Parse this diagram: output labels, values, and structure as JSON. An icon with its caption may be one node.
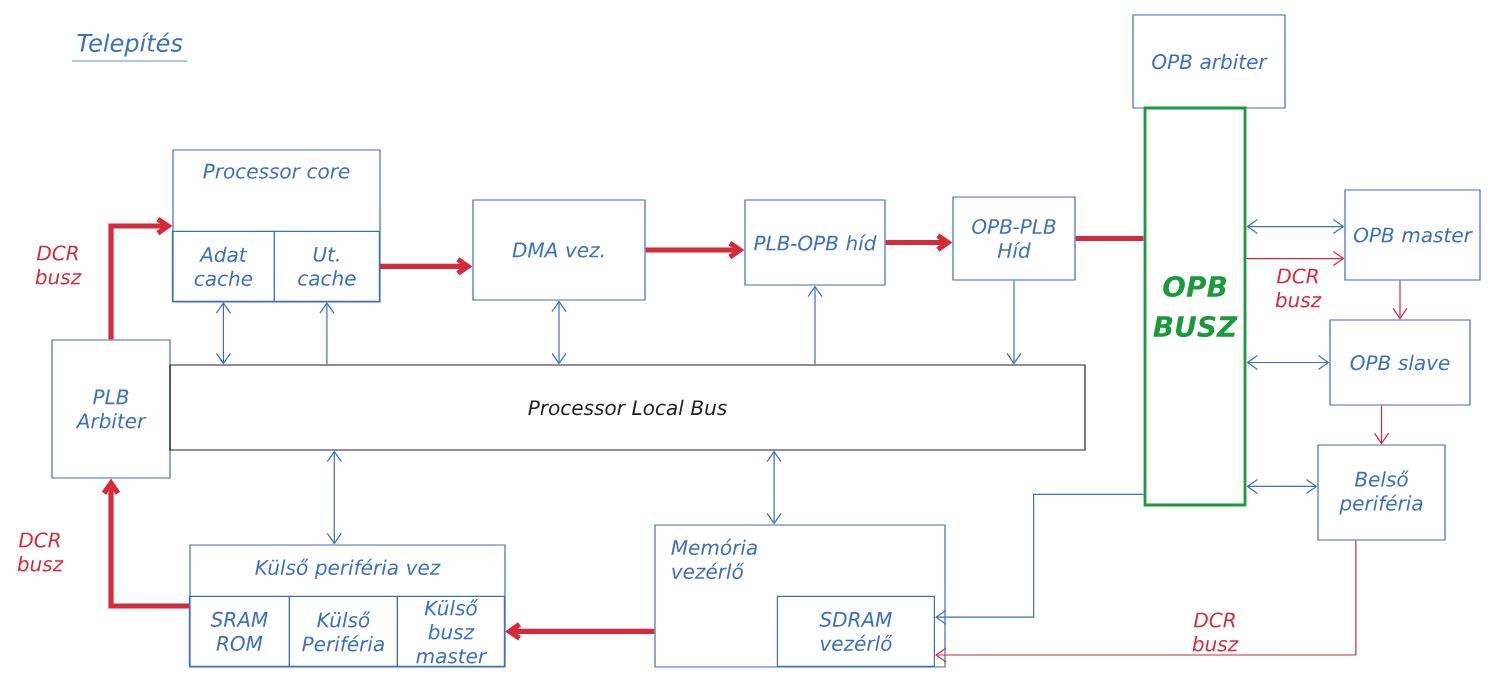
{
  "diagram": {
    "title": "Telepítés",
    "nodes": [
      {
        "text": [
          "Processor core"
        ]
      },
      {
        "text": [
          "Adat cache"
        ],
        "in": 0
      },
      {
        "text": [
          "Ut. cache"
        ],
        "in": 0
      },
      {
        "text": [
          "DMA vez."
        ]
      },
      {
        "text": [
          "PLB-OPB híd"
        ]
      },
      {
        "text": [
          "OPB-PLB Híd"
        ]
      },
      {
        "text": [
          "OPB arbiter"
        ]
      },
      {
        "text": [
          "OPB BUSZ"
        ]
      },
      {
        "text": [
          "OPB master"
        ]
      },
      {
        "text": [
          "OPB slave"
        ]
      },
      {
        "text": [
          "PLB Arbiter"
        ]
      },
      {
        "text": [
          "Processor Local Bus"
        ]
      },
      {
        "text": [
          "Belső periféria"
        ]
      },
      {
        "text": [
          "Külső periféria vez"
        ]
      },
      {
        "text": [
          "SRAM ROM"
        ],
        "in": 13
      },
      {
        "text": [
          "Külső Periféria"
        ],
        "in": 13
      },
      {
        "text": [
          "Külső busz master"
        ],
        "in": 13
      },
      {
        "text": [
          "Memória vezérlő"
        ]
      },
      {
        "text": [
          "SDRAM vezérlő"
        ],
        "in": 17
      }
    ],
    "edges": [
      {
        "from": 10,
        "to": 0,
        "arrow": "to",
        "label": "DCR busz",
        "style": "thick",
        "color": "#d42a3a"
      },
      {
        "from": 13,
        "to": 10,
        "arrow": "to",
        "label": "DCR busz",
        "style": "thick",
        "color": "#d42a3a"
      },
      {
        "from": 2,
        "to": 3,
        "arrow": "to",
        "style": "thick",
        "color": "#d42a3a"
      },
      {
        "from": 3,
        "to": 4,
        "arrow": "to",
        "style": "thick",
        "color": "#d42a3a"
      },
      {
        "from": 4,
        "to": 5,
        "arrow": "to",
        "style": "thick",
        "color": "#d42a3a"
      },
      {
        "from": 5,
        "to": 7,
        "arrow": "none",
        "style": "thick",
        "color": "#d42a3a"
      },
      {
        "from": 1,
        "to": 11,
        "arrow": "both",
        "color": "#3a6fc4"
      },
      {
        "from": 11,
        "to": 2,
        "arrow": "to",
        "color": "#3a6fc4"
      },
      {
        "from": 3,
        "to": 11,
        "arrow": "both",
        "color": "#3a6fc4"
      },
      {
        "from": 11,
        "to": 4,
        "arrow": "to",
        "color": "#3a6fc4"
      },
      {
        "from": 5,
        "to": 11,
        "arrow": "to",
        "color": "#3a6fc4"
      },
      {
        "from": 11,
        "to": 13,
        "arrow": "both",
        "color": "#3a6fc4"
      },
      {
        "from": 11,
        "to": 17,
        "arrow": "both",
        "color": "#3a6fc4"
      },
      {
        "from": 17,
        "to": 16,
        "arrow": "to",
        "style": "thick",
        "color": "#d42a3a"
      },
      {
        "from": 7,
        "to": 8,
        "arrow": "both",
        "color": "#3a6fc4"
      },
      {
        "from": 7,
        "to": 8,
        "arrow": "to",
        "label": "DCR busz",
        "color": "#d42a3a"
      },
      {
        "from": 8,
        "to": 9,
        "arrow": "to",
        "color": "#d42a3a"
      },
      {
        "from": 9,
        "to": 12,
        "arrow": "to",
        "color": "#d42a3a"
      },
      {
        "from": 7,
        "to": 9,
        "arrow": "both",
        "color": "#3a6fc4"
      },
      {
        "from": 7,
        "to": 12,
        "arrow": "both",
        "color": "#3a6fc4"
      },
      {
        "from": 7,
        "to": 18,
        "arrow": "to",
        "color": "#3a6fc4"
      },
      {
        "from": 12,
        "to": 18,
        "arrow": "to",
        "label": "DCR busz",
        "color": "#d42a3a"
      }
    ]
  }
}
